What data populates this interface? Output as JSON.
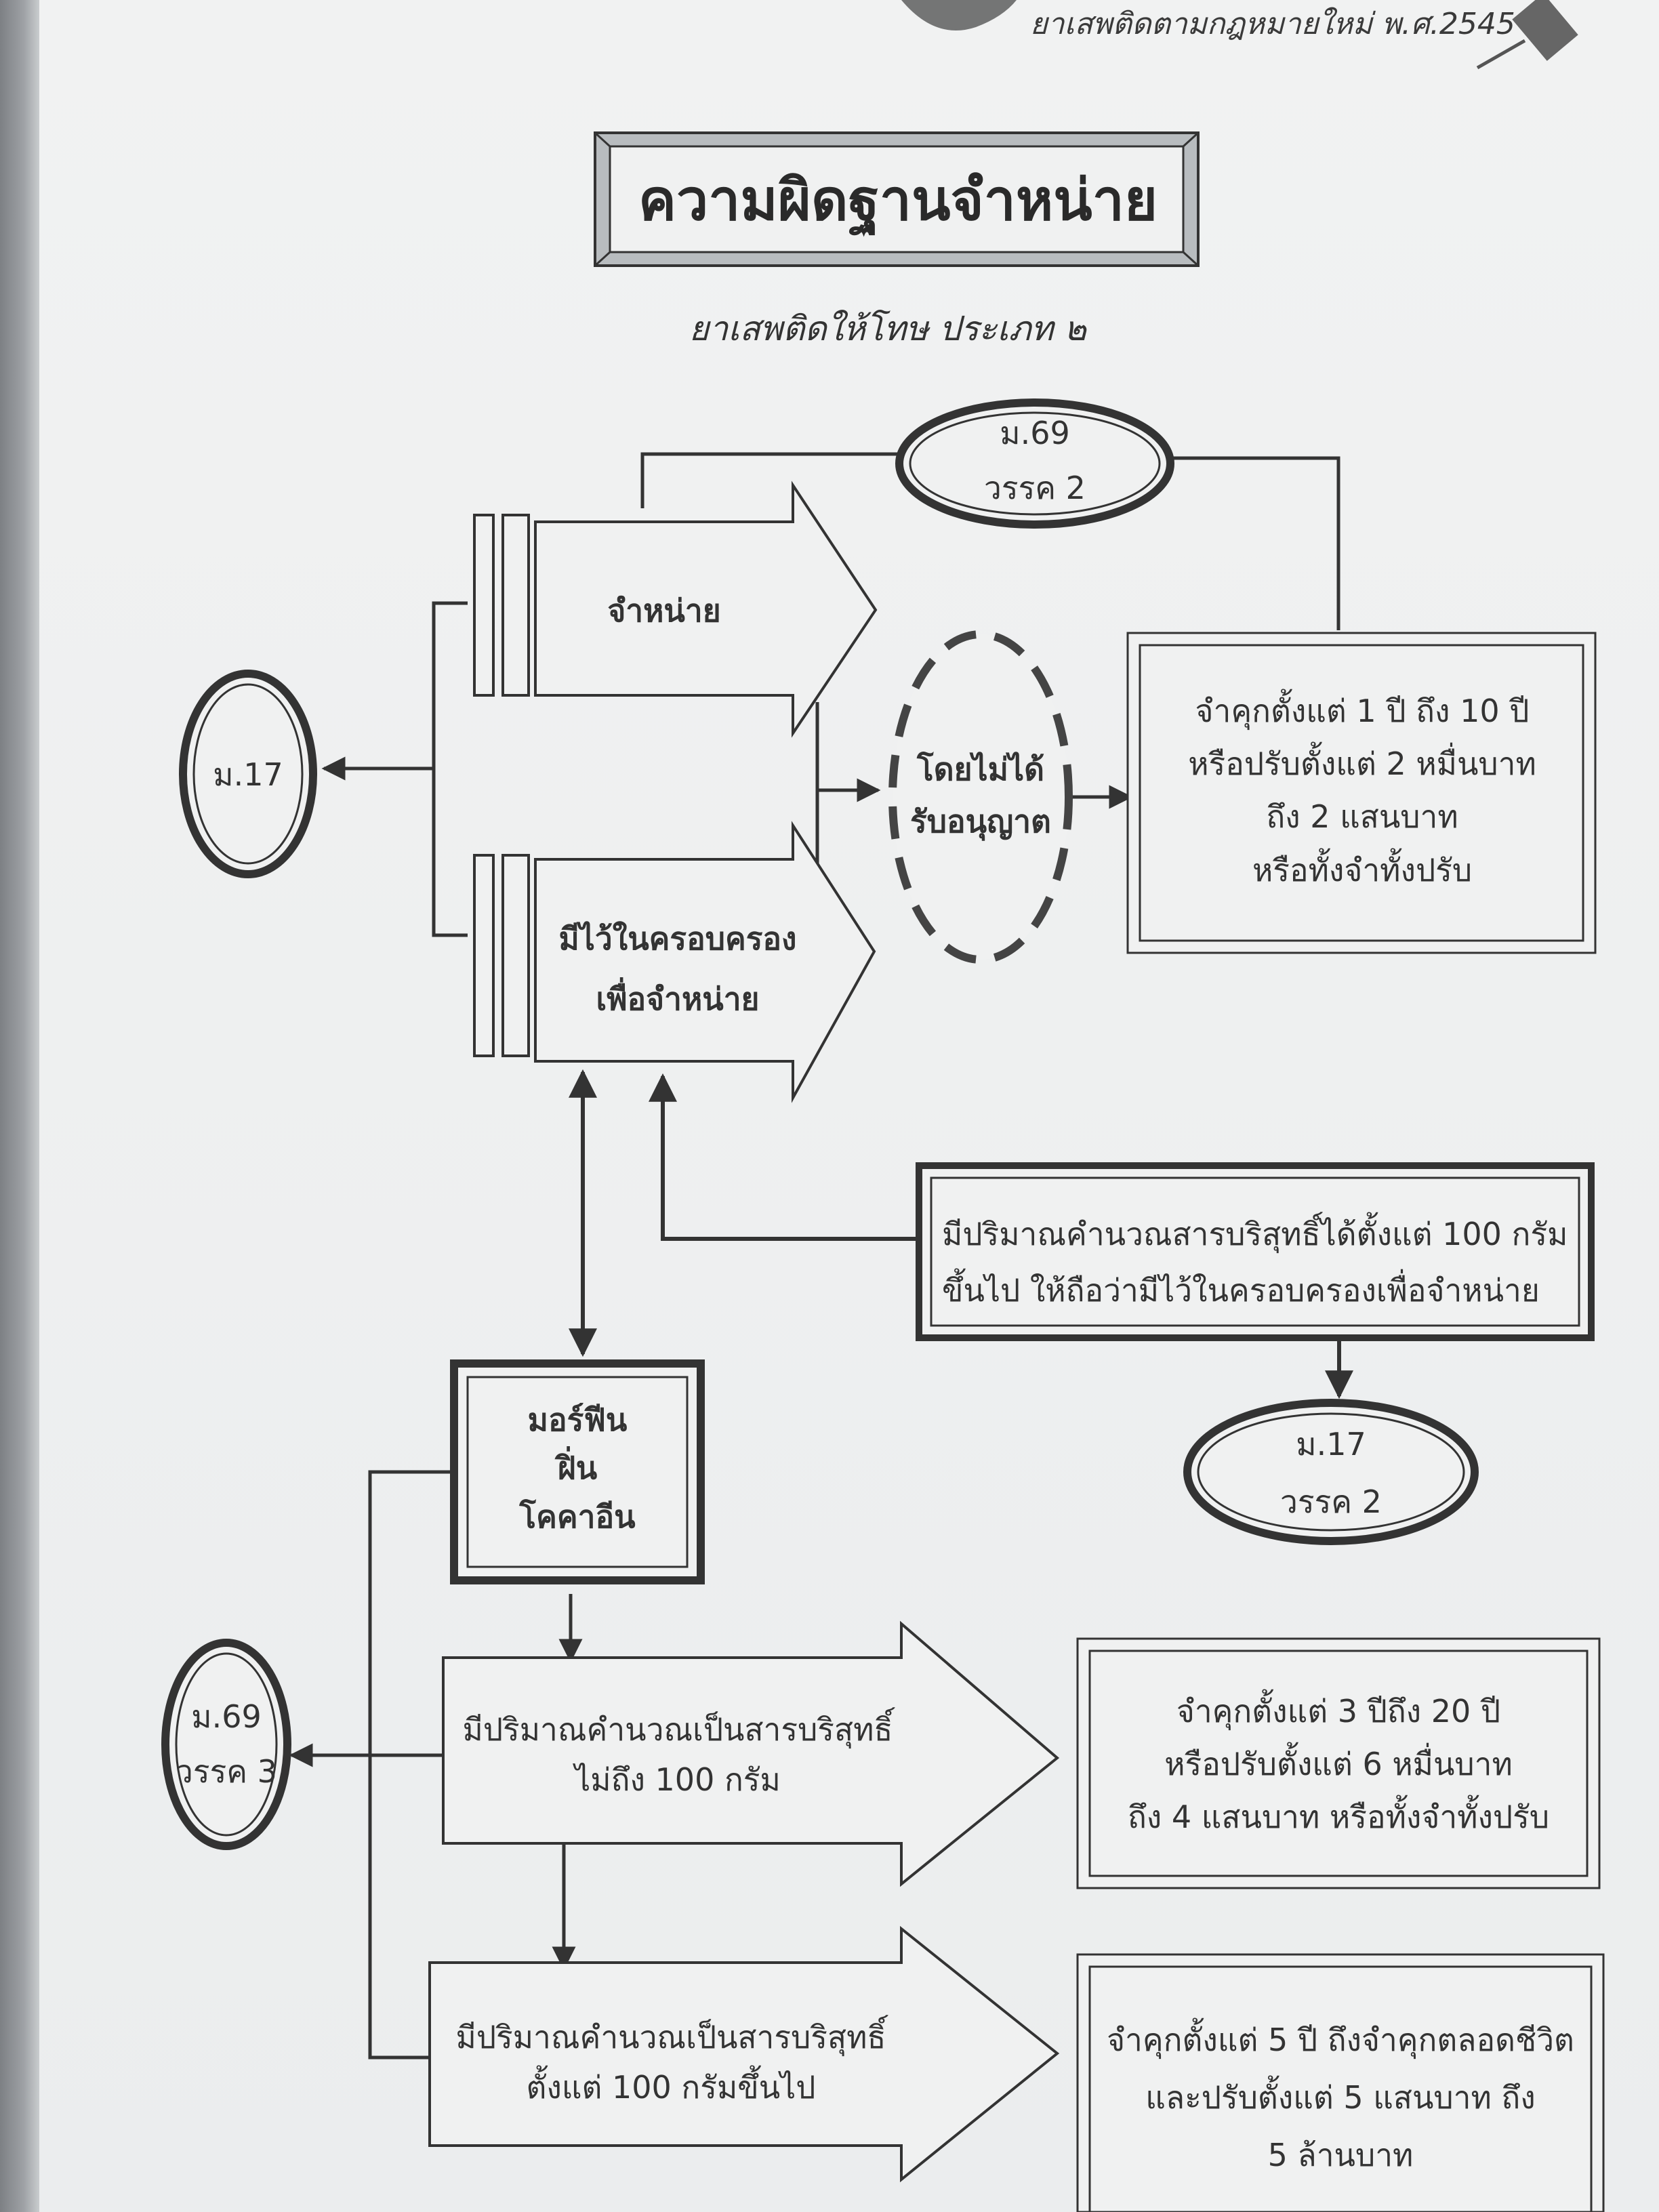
{
  "header": {
    "text": "ยาเสพติดตามกฎหมายใหม่ พ.ศ.2545"
  },
  "title": "ความผิดฐานจำหน่าย",
  "subtitle": "ยาเสพติดให้โทษ ประเภท ๒",
  "ovals": {
    "m69_2": {
      "line1": "ม.69",
      "line2": "วรรค 2"
    },
    "m17": {
      "line1": "ม.17"
    },
    "m17_2": {
      "line1": "ม.17",
      "line2": "วรรค 2"
    },
    "m69_3": {
      "line1": "ม.69",
      "line2": "วรรค 3"
    }
  },
  "actions": {
    "sell": "จำหน่าย",
    "possess_line1": "มีไว้ในครอบครอง",
    "possess_line2": "เพื่อจำหน่าย"
  },
  "unlicensed": {
    "line1": "โดยไม่ได้",
    "line2": "รับอนุญาต"
  },
  "penalty_1": {
    "line1": "จำคุกตั้งแต่ 1 ปี ถึง 10 ปี",
    "line2": "หรือปรับตั้งแต่ 2 หมื่นบาท",
    "line3": "ถึง 2 แสนบาท",
    "line4": "หรือทั้งจำทั้งปรับ"
  },
  "presumption": {
    "line1": "มีปริมาณคำนวณสารบริสุทธิ์ได้ตั้งแต่ 100 กรัม",
    "line2": "ขึ้นไป  ให้ถือว่ามีไว้ในครอบครองเพื่อจำหน่าย"
  },
  "drugs": {
    "line1": "มอร์ฟีน",
    "line2": "ฝิ่น",
    "line3": "โคคาอีน"
  },
  "quantity_low": {
    "line1": "มีปริมาณคำนวณเป็นสารบริสุทธิ์",
    "line2": "ไม่ถึง 100 กรัม"
  },
  "quantity_high": {
    "line1": "มีปริมาณคำนวณเป็นสารบริสุทธิ์",
    "line2": "ตั้งแต่ 100 กรัมขึ้นไป"
  },
  "penalty_2": {
    "line1": "จำคุกตั้งแต่ 3 ปีถึง 20 ปี",
    "line2": "หรือปรับตั้งแต่ 6 หมื่นบาท",
    "line3": "ถึง 4 แสนบาท หรือทั้งจำทั้งปรับ"
  },
  "penalty_3": {
    "line1": "จำคุกตั้งแต่ 5 ปี ถึงจำคุกตลอดชีวิต",
    "line2": "และปรับตั้งแต่ 5 แสนบาท ถึง",
    "line3": "5 ล้านบาท"
  }
}
